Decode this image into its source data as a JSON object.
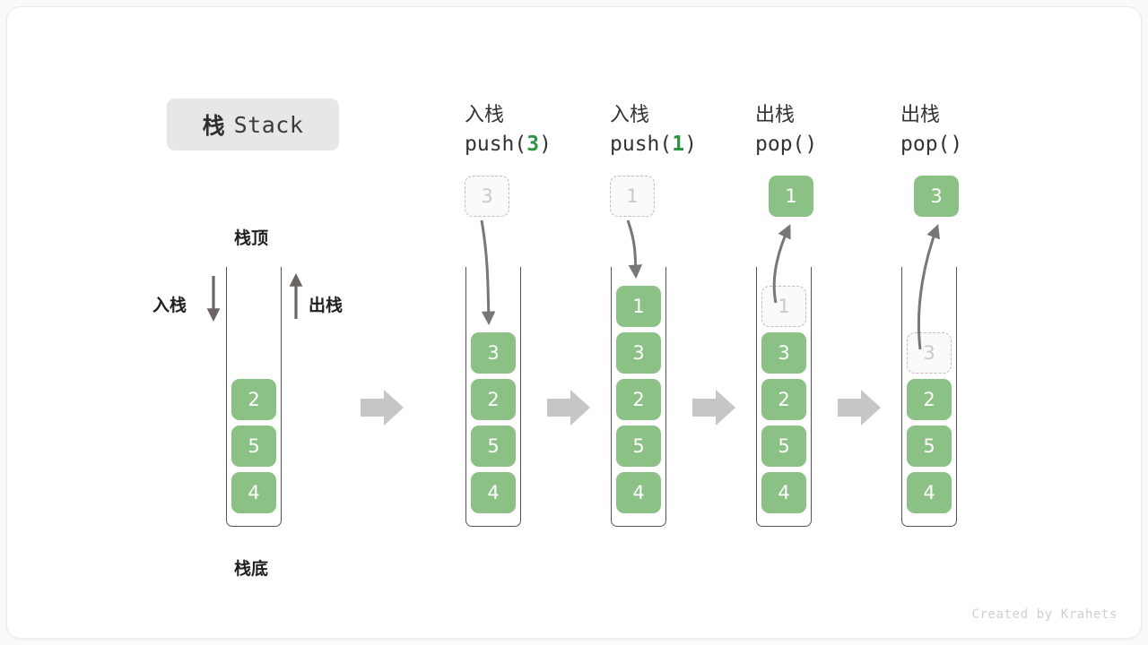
{
  "title": {
    "cn": "栈",
    "en": "Stack"
  },
  "labels": {
    "top": "栈顶",
    "bottom": "栈底",
    "push_side": "入栈",
    "pop_side": "出栈"
  },
  "footer": "Created by Krahets",
  "colors": {
    "element": "#8cc185",
    "ghost_text": "#c9c9c9",
    "ghost_border": "#bdbdbd",
    "arrow": "#777777",
    "block_arrow": "#c6c6c6",
    "chip_bg": "#e7e7e7",
    "code_arg": "#2e9444",
    "wall": "#555555"
  },
  "columns": [
    {
      "id": "initial",
      "head_cn": "",
      "head_code": "",
      "head_arg": "",
      "stack": [
        "2",
        "5",
        "4"
      ],
      "ghost_index": -1,
      "float_box": null
    },
    {
      "id": "push-3",
      "head_cn": "入栈",
      "head_code_before": "push(",
      "head_arg": "3",
      "head_code_after": ")",
      "stack": [
        "3",
        "2",
        "5",
        "4"
      ],
      "ghost_index": -1,
      "float_box": {
        "value": "3",
        "style": "ghost"
      }
    },
    {
      "id": "push-1",
      "head_cn": "入栈",
      "head_code_before": "push(",
      "head_arg": "1",
      "head_code_after": ")",
      "stack": [
        "1",
        "3",
        "2",
        "5",
        "4"
      ],
      "ghost_index": -1,
      "float_box": {
        "value": "1",
        "style": "ghost"
      }
    },
    {
      "id": "pop-1",
      "head_cn": "出栈",
      "head_code_before": "pop(",
      "head_arg": "",
      "head_code_after": ")",
      "stack": [
        "1",
        "3",
        "2",
        "5",
        "4"
      ],
      "ghost_index": 0,
      "float_box": {
        "value": "1",
        "style": "solid"
      }
    },
    {
      "id": "pop-2",
      "head_cn": "出栈",
      "head_code_before": "pop(",
      "head_arg": "",
      "head_code_after": ")",
      "stack": [
        "3",
        "2",
        "5",
        "4"
      ],
      "ghost_index": 0,
      "float_box": {
        "value": "3",
        "style": "solid"
      }
    }
  ]
}
